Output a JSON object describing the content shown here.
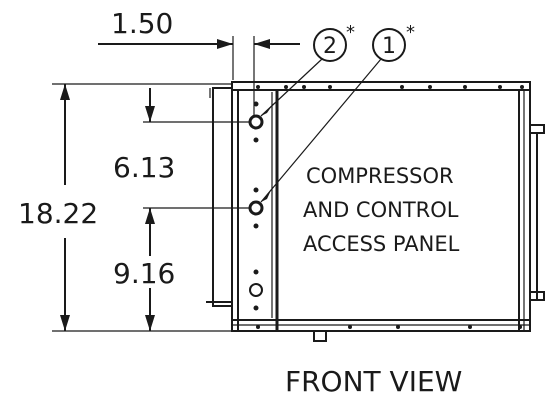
{
  "dimensions": {
    "hole_offset": "1.50",
    "upper_spacing": "6.13",
    "overall_height": "18.22",
    "lower_spacing": "9.16"
  },
  "balloons": [
    {
      "number": "2",
      "marker": "*"
    },
    {
      "number": "1",
      "marker": "*"
    }
  ],
  "panel_label": {
    "line1": "COMPRESSOR",
    "line2": "AND CONTROL",
    "line3": "ACCESS PANEL"
  },
  "view_title": "FRONT VIEW"
}
